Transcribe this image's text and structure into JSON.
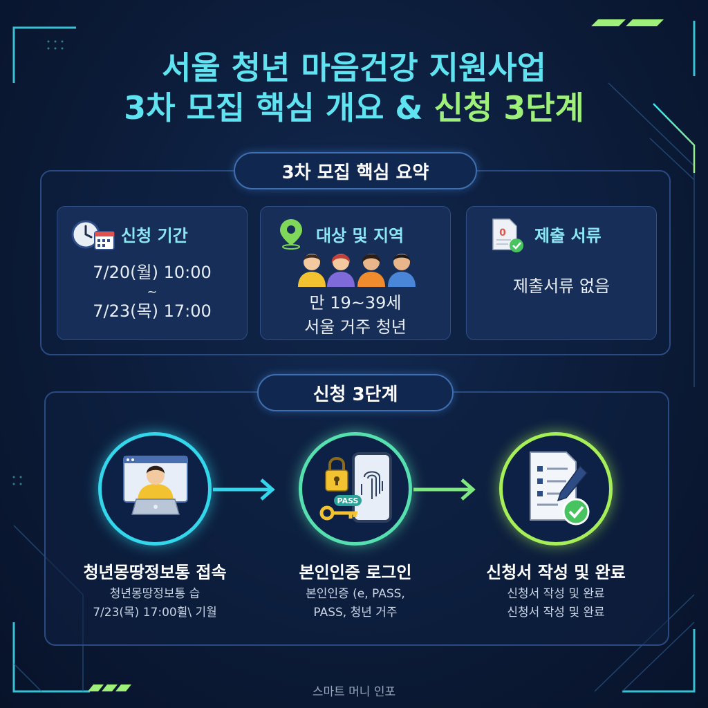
{
  "title": {
    "line1": "서울 청년 마음건강 지원사업",
    "line2_part1": "3차 모집 핵심 개요 & ",
    "line2_part2": "신청 3단계"
  },
  "summary": {
    "heading": "3차 모집 핵심 요약",
    "cards": [
      {
        "title": "신청 기간",
        "lines": [
          "7/20(월) 10:00",
          "~",
          "7/23(목) 17:00"
        ],
        "icon": "clock-calendar-icon"
      },
      {
        "title": "대상 및 지역",
        "lines": [
          "만 19~39세",
          "서울 거주 청년"
        ],
        "icon": "location-pin-icon"
      },
      {
        "title": "제출 서류",
        "lines": [
          "제출서류 없음"
        ],
        "icon": "document-check-icon"
      }
    ]
  },
  "steps": {
    "heading": "신청 3단계",
    "items": [
      {
        "title": "청년몽땅정보통 접속",
        "desc": [
          "청년몽땅정보통 습",
          "7/23(목) 17:00휠\\ 기월"
        ],
        "icon": "laptop-user-icon",
        "pass_label": ""
      },
      {
        "title": "본인인증 로그인",
        "desc": [
          "본인인증 (e, PASS,",
          "PASS, 청년 거주"
        ],
        "icon": "fingerprint-phone-icon",
        "pass_label": "PASS"
      },
      {
        "title": "신청서 작성 및 완료",
        "desc": [
          "신청서 작성 및 완료",
          "신청서 작성 및 완료"
        ],
        "icon": "form-check-icon",
        "pass_label": ""
      }
    ]
  },
  "footer": "스마트 머니 인포",
  "colors": {
    "cyan": "#5fe3f0",
    "green": "#9ef07a",
    "background": "#0b1a36"
  }
}
